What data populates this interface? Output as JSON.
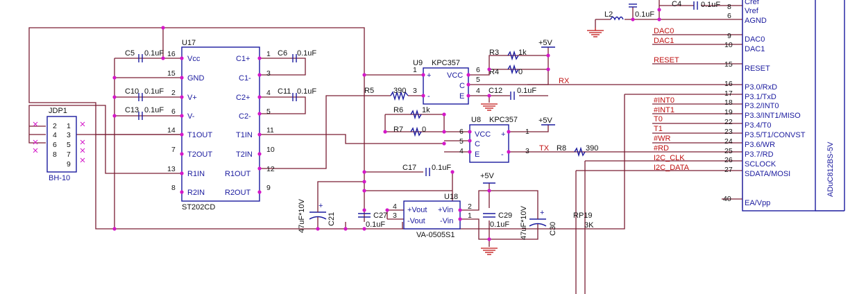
{
  "colors": {
    "wire": "#7a1d33",
    "component": "#1a1a9e",
    "junction": "#d418c8",
    "net_label": "#c01010"
  },
  "u17": {
    "refdes": "U17",
    "part": "ST202CD",
    "left_pins": [
      {
        "num": "16",
        "name": "Vcc"
      },
      {
        "num": "15",
        "name": "GND"
      },
      {
        "num": "2",
        "name": "V+"
      },
      {
        "num": "6",
        "name": "V-"
      },
      {
        "num": "14",
        "name": "T1OUT"
      },
      {
        "num": "7",
        "name": "T2OUT"
      },
      {
        "num": "13",
        "name": "R1IN"
      },
      {
        "num": "8",
        "name": "R2IN"
      }
    ],
    "right_pins": [
      {
        "num": "1",
        "name": "C1+"
      },
      {
        "num": "3",
        "name": "C1-"
      },
      {
        "num": "4",
        "name": "C2+"
      },
      {
        "num": "5",
        "name": "C2-"
      },
      {
        "num": "11",
        "name": "T1IN"
      },
      {
        "num": "10",
        "name": "T2IN"
      },
      {
        "num": "12",
        "name": "R1OUT"
      },
      {
        "num": "9",
        "name": "R2OUT"
      }
    ]
  },
  "u9": {
    "refdes": "U9",
    "part": "KPC357",
    "p1": "+",
    "p2": "-",
    "vcc": "VCC",
    "c": "C",
    "e": "E",
    "pins": {
      "a": "1",
      "b": "3",
      "vcc": "6",
      "c": "5",
      "e": "4"
    }
  },
  "u8": {
    "refdes": "U8",
    "part": "KPC357",
    "p1": "+",
    "p2": "-",
    "vcc": "VCC",
    "c": "C",
    "e": "E",
    "pins": {
      "a": "1",
      "b": "3",
      "vcc": "6",
      "c": "5",
      "e": "4"
    }
  },
  "u18": {
    "refdes": "U18",
    "part": "VA-0505S1",
    "pvout": "+Vout",
    "nvout": "-Vout",
    "pvin": "+Vin",
    "nvin": "-Vin",
    "pins": {
      "pvout": "4",
      "nvout": "3",
      "pvin": "2",
      "nvin": "1"
    }
  },
  "jdp1": {
    "refdes": "JDP1",
    "part": "BH-10",
    "left": [
      "2",
      "4",
      "6",
      "8"
    ],
    "right": [
      "1",
      "3",
      "5",
      "7",
      "9"
    ]
  },
  "caps": {
    "c5": {
      "ref": "C5",
      "val": "0.1uF"
    },
    "c6": {
      "ref": "C6",
      "val": "0.1uF"
    },
    "c10": {
      "ref": "C10",
      "val": "0.1uF"
    },
    "c11": {
      "ref": "C11",
      "val": "0.1uF"
    },
    "c13": {
      "ref": "C13",
      "val": "0.1uF"
    },
    "c12": {
      "ref": "C12",
      "val": "0.1uF"
    },
    "c17": {
      "ref": "C17",
      "val": "0.1uF"
    },
    "c21": {
      "ref": "C21",
      "val": "47uF*10V",
      "pol": "+"
    },
    "c27": {
      "ref": "C27",
      "val": "0.1uF"
    },
    "c29": {
      "ref": "C29",
      "val": "0.1uF"
    },
    "c30": {
      "ref": "C30",
      "val": "47uF*10V",
      "pol": "+"
    },
    "c4": {
      "ref": "C4",
      "val": "0.1uF"
    },
    "l2c": {
      "val": "0.1uF"
    }
  },
  "resistors": {
    "r3": {
      "ref": "R3",
      "val": "1k"
    },
    "r4": {
      "ref": "R4",
      "val": "0"
    },
    "r5": {
      "ref": "R5",
      "val": "390"
    },
    "r6": {
      "ref": "R6",
      "val": "1k"
    },
    "r7": {
      "ref": "R7",
      "val": "0"
    },
    "r8": {
      "ref": "R8",
      "val": "390"
    },
    "rp19": {
      "ref": "RP19",
      "val": "3K"
    }
  },
  "inductor": {
    "ref": "L2"
  },
  "power": {
    "vcc1": "+5V",
    "vcc2": "+5V",
    "vcc3": "+5V"
  },
  "nets": {
    "rx": "RX",
    "tx": "TX"
  },
  "adu": {
    "part": "ADuC812BS-5V",
    "top_pins": [
      {
        "num": "8",
        "name": "Cref"
      },
      {
        "num": "",
        "name": "Vref"
      },
      {
        "num": "6",
        "name": "AGND"
      }
    ],
    "pins": [
      {
        "num": "9",
        "name": "DAC0",
        "net": "DAC0"
      },
      {
        "num": "10",
        "name": "DAC1",
        "net": "DAC1"
      },
      {
        "num": "15",
        "name": "RESET",
        "net": "RESET"
      },
      {
        "num": "16",
        "name": "P3.0/RxD",
        "net": ""
      },
      {
        "num": "17",
        "name": "P3.1/TxD",
        "net": ""
      },
      {
        "num": "18",
        "name": "P3.2/INT0",
        "net": "#INT0"
      },
      {
        "num": "19",
        "name": "P3.3/INT1/MISO",
        "net": "#INT1"
      },
      {
        "num": "22",
        "name": "P3.4/T0",
        "net": "T0"
      },
      {
        "num": "23",
        "name": "P3.5/T1/CONVST",
        "net": "T1"
      },
      {
        "num": "24",
        "name": "P3.6/WR",
        "net": "#WR"
      },
      {
        "num": "25",
        "name": "P3.7/RD",
        "net": "#RD"
      },
      {
        "num": "26",
        "name": "SCLOCK",
        "net": "I2C_CLK"
      },
      {
        "num": "27",
        "name": "SDATA/MOSI",
        "net": "I2C_DATA"
      },
      {
        "num": "40",
        "name": "EA/Vpp",
        "net": ""
      }
    ]
  }
}
